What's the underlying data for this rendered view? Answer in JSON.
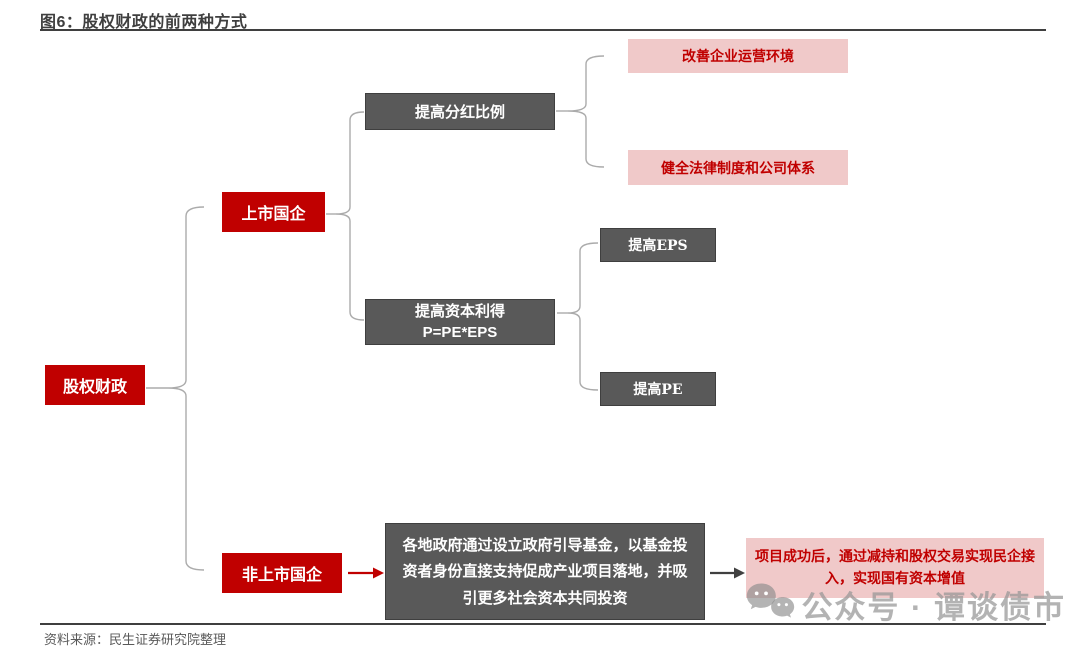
{
  "figure": {
    "title": "图6：股权财政的前两种方式",
    "source": "资料来源：民生证券研究院整理"
  },
  "nodes": {
    "root": "股权财政",
    "listed": "上市国企",
    "unlisted": "非上市国企",
    "dividend": "提高分红比例",
    "capital_gain_line1": "提高资本利得",
    "capital_gain_line2": "P=PE*EPS",
    "eps": "提高EPS",
    "pe": "提高PE",
    "improve_env": "改善企业运营环境",
    "legal_system": "健全法律制度和公司体系",
    "guide_fund": "各地政府通过设立政府引导基金，以基金投资者身份直接支持促成产业项目落地，并吸引更多社会资本共同投资",
    "exit_gain": "项目成功后，通过减持和股权交易实现民企接入，实现国有资本增值"
  },
  "watermark": {
    "text": "公众号 · 谭谈债市",
    "icon": "wechat-icon"
  },
  "colors": {
    "red": "#C00000",
    "dark_gray": "#595959",
    "pink": "#F0C9C9",
    "connector": "#ABABAB",
    "title_text": "#3F3F3F"
  }
}
